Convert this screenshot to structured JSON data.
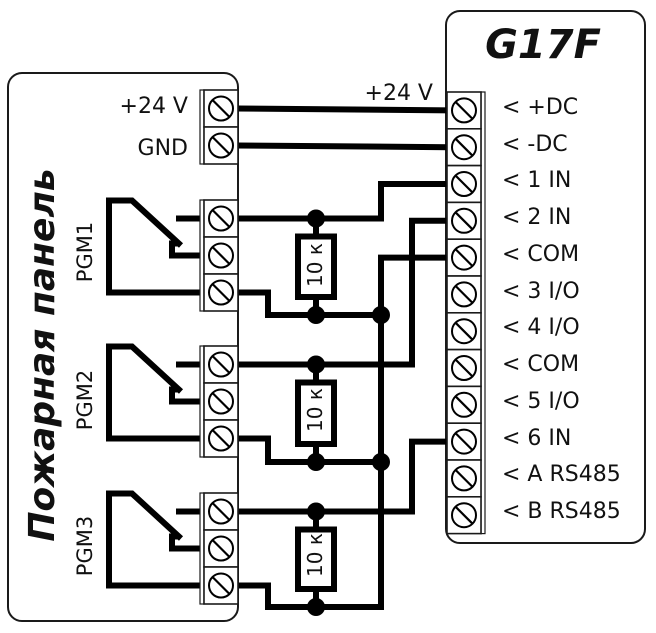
{
  "device": {
    "title": "G17F",
    "terminals": [
      {
        "label": "< +DC"
      },
      {
        "label": "< -DC"
      },
      {
        "label": "< 1 IN"
      },
      {
        "label": "< 2 IN"
      },
      {
        "label": "< COM"
      },
      {
        "label": "< 3 I/O"
      },
      {
        "label": "< 4 I/O"
      },
      {
        "label": "< COM"
      },
      {
        "label": "< 5 I/O"
      },
      {
        "label": "< 6 IN"
      },
      {
        "label": "< A RS485"
      },
      {
        "label": "< B RS485"
      }
    ],
    "supply_label": "+24 V"
  },
  "panel": {
    "title": "Пожарная панель",
    "power_terminals": [
      {
        "label": "+24 V"
      },
      {
        "label": "GND"
      }
    ],
    "outputs": [
      {
        "label": "PGM1"
      },
      {
        "label": "PGM2"
      },
      {
        "label": "PGM3"
      }
    ]
  },
  "resistors": [
    {
      "label": "10 к"
    },
    {
      "label": "10 к"
    },
    {
      "label": "10 к"
    }
  ],
  "connections": [
    {
      "from": "+24 V",
      "to": "+DC"
    },
    {
      "from": "GND",
      "to": "-DC"
    },
    {
      "from": "PGM1",
      "to": "1 IN"
    },
    {
      "from": "PGM2",
      "to": "2 IN"
    },
    {
      "from": "PGM3",
      "to": "6 IN"
    },
    {
      "from": "PGM common",
      "to": "COM"
    }
  ]
}
